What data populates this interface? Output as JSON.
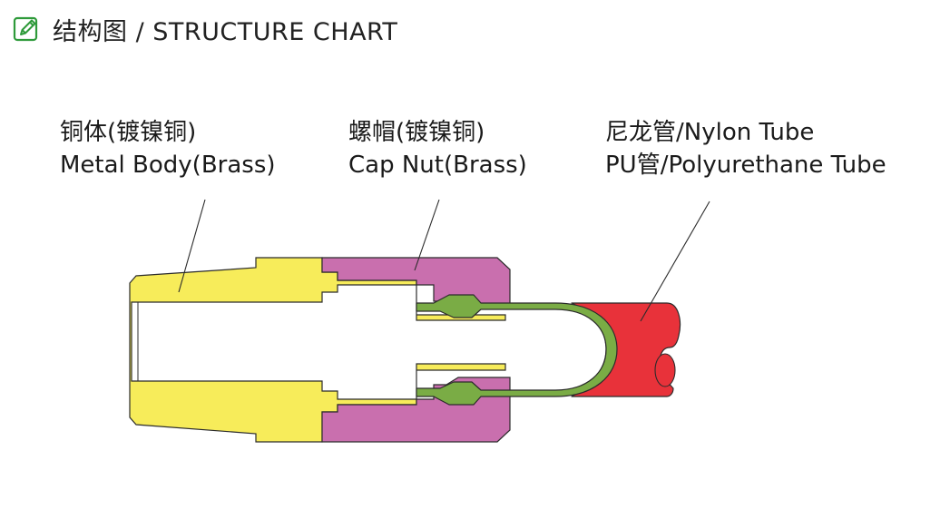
{
  "header": {
    "icon": "pencil-edit-icon",
    "title": "结构图 / STRUCTURE CHART",
    "accent_color": "#2e9a3a"
  },
  "labels": {
    "body": {
      "line1": "铜体(镀镍铜)",
      "line2": "Metal Body(Brass)"
    },
    "cap_nut": {
      "line1": "螺帽(镀镍铜)",
      "line2": "Cap Nut(Brass)"
    },
    "tube": {
      "line1": "尼龙管/Nylon Tube",
      "line2": "PU管/Polyurethane Tube"
    }
  },
  "colors": {
    "metal_body": "#f7ec5a",
    "cap_nut": "#c96fae",
    "collet": "#7aac45",
    "tube": "#e8323a",
    "outline": "#2b2b2b"
  }
}
